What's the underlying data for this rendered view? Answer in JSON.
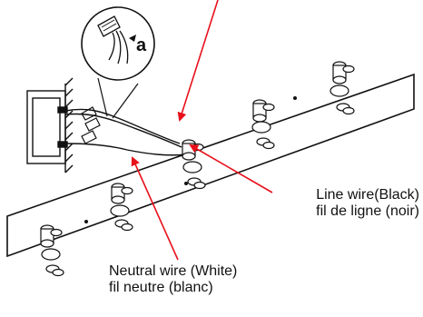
{
  "callout": {
    "letter": "a"
  },
  "labels": {
    "line_wire_en": "Line wire(Black)",
    "line_wire_fr": "fil de ligne (noir)",
    "neutral_wire_en": "Neutral wire (White)",
    "neutral_wire_fr": "fil neutre (blanc)"
  },
  "colors": {
    "arrow": "#e8101a",
    "line_art": "#111111",
    "background": "#ffffff"
  }
}
